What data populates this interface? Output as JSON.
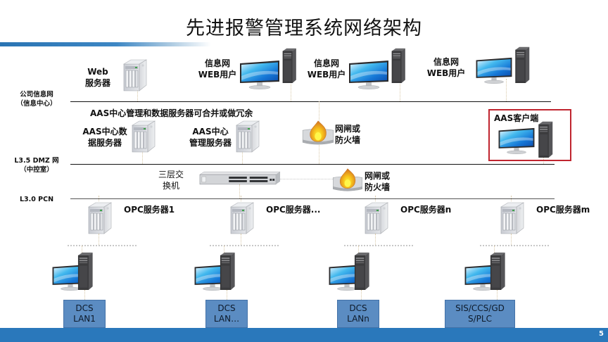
{
  "title": "先进报警管理系统网络架构",
  "page_number": "5",
  "colors": {
    "footer": "#2a78bb",
    "highlight_box": "#c0252f",
    "lan_box": "#5b8cc2"
  },
  "zones": [
    {
      "id": "corp",
      "line1": "公司信息网",
      "line2": "（信息中心）"
    },
    {
      "id": "dmz",
      "line1": "L3.5 DMZ 网",
      "line2": "（中控室）"
    },
    {
      "id": "pcn",
      "line1": "L3.0 PCN",
      "line2": ""
    }
  ],
  "corp_nodes": {
    "web_server": {
      "line1": "Web",
      "line2": "服务器",
      "icon": "server-icon"
    },
    "web_users": [
      {
        "line1": "信息网",
        "line2": "WEB用户",
        "icon": "workstation-icon"
      },
      {
        "line1": "信息网",
        "line2": "WEB用户",
        "icon": "workstation-icon"
      },
      {
        "line1": "信息网",
        "line2": "WEB用户",
        "icon": "workstation-icon"
      }
    ]
  },
  "dmz_nodes": {
    "note": "AAS中心管理和数据服务器可合并或做冗余",
    "data_server": {
      "line1": "AAS中心数",
      "line2": "据服务器",
      "icon": "server-icon"
    },
    "mgmt_server": {
      "line1": "AAS中心",
      "line2": "管理服务器",
      "icon": "server-icon"
    },
    "firewall": {
      "line1": "网闸或",
      "line2": "防火墙",
      "icon": "firewall-icon"
    },
    "client": {
      "label": "AAS客户端",
      "icon": "workstation-icon"
    }
  },
  "pcn_nodes": {
    "switch": {
      "line1": "三层交",
      "line2": "换机",
      "icon": "switch-icon"
    },
    "firewall": {
      "line1": "网闸或",
      "line2": "防火墙",
      "icon": "firewall-icon"
    }
  },
  "opc_servers": [
    {
      "label": "OPC服务器1",
      "lan_line1": "DCS",
      "lan_line2": "LAN1"
    },
    {
      "label": "OPC服务器...",
      "lan_line1": "DCS",
      "lan_line2": "LAN…"
    },
    {
      "label": "OPC服务器n",
      "lan_line1": "DCS",
      "lan_line2": "LANn"
    },
    {
      "label": "OPC服务器m",
      "lan_line1": "SIS/CCS/GD",
      "lan_line2": "S/PLC"
    }
  ]
}
